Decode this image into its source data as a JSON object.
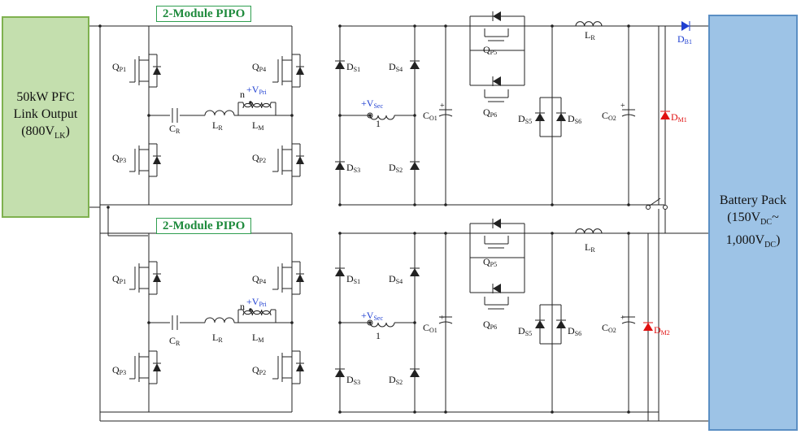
{
  "source": {
    "line1": "50kW PFC",
    "line2": "Link Output",
    "line3_open": "(800V",
    "line3_sub": "LK",
    "line3_close": ")"
  },
  "battery": {
    "line1": "Battery Pack",
    "line2_a": "(150V",
    "line2_sub": "DC",
    "line2_b": "~",
    "line3_a": "1,000V",
    "line3_sub": "DC",
    "line3_b": ")"
  },
  "module_titles": [
    "2-Module PIPO",
    "2-Module PIPO"
  ],
  "labels": {
    "QP1": [
      "Q",
      "P1"
    ],
    "QP2": [
      "Q",
      "P2"
    ],
    "QP3": [
      "Q",
      "P3"
    ],
    "QP4": [
      "Q",
      "P4"
    ],
    "QP5": [
      "Q",
      "P5"
    ],
    "QP6": [
      "Q",
      "P6"
    ],
    "CR": [
      "C",
      "R"
    ],
    "LR": [
      "L",
      "R"
    ],
    "LM": [
      "L",
      "M"
    ],
    "VPri_n": "n",
    "VPri": [
      "+V",
      "Pri"
    ],
    "VSec": [
      "+V",
      "Sec"
    ],
    "turns": "1",
    "DS1": [
      "D",
      "S1"
    ],
    "DS2": [
      "D",
      "S2"
    ],
    "DS3": [
      "D",
      "S3"
    ],
    "DS4": [
      "D",
      "S4"
    ],
    "DS5": [
      "D",
      "S5"
    ],
    "DS6": [
      "D",
      "S6"
    ],
    "CO1": [
      "C",
      "O1"
    ],
    "CO2": [
      "C",
      "O2"
    ],
    "DB1": [
      "D",
      "B1"
    ],
    "DM1": [
      "D",
      "M1"
    ],
    "DM2": [
      "D",
      "M2"
    ],
    "cap_plus": "+"
  },
  "colors": {
    "title_green": "#1e8a3c",
    "source_fill": "#c4dfae",
    "battery_fill": "#9dc3e6",
    "blue_label": "#1f3fd1",
    "red_diode": "#e01010"
  }
}
